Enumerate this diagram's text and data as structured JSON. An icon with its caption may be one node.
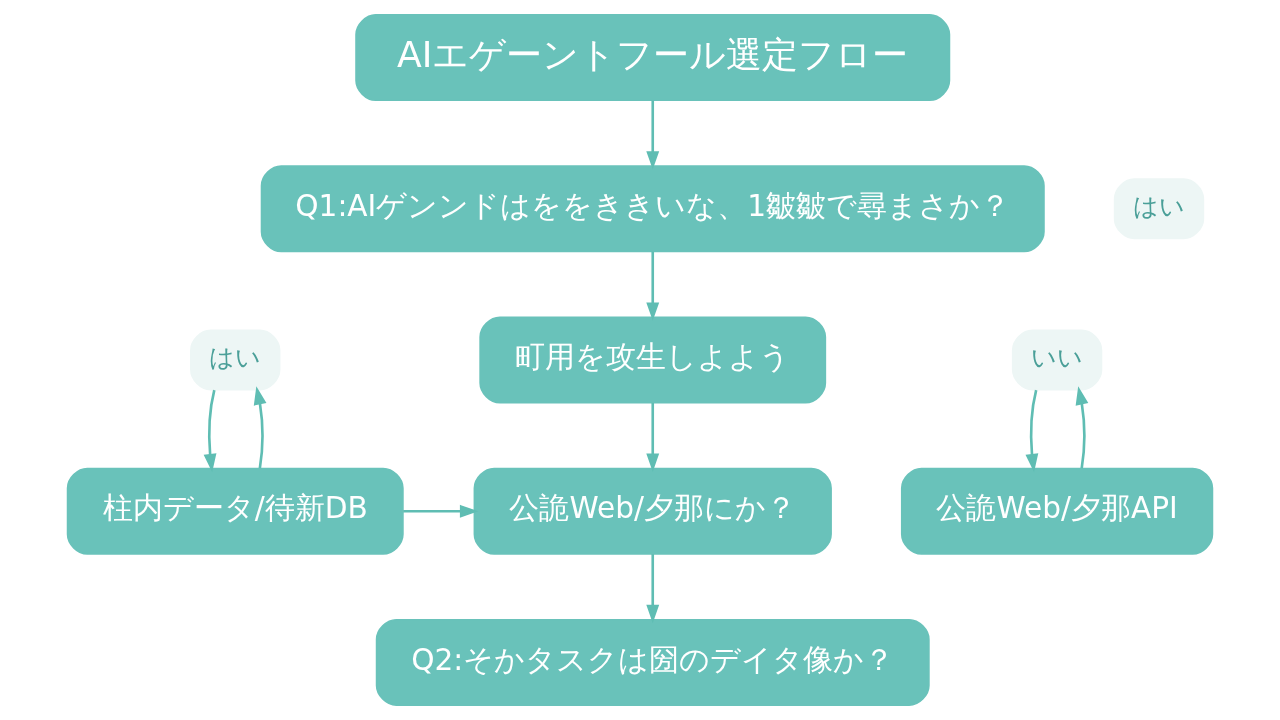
{
  "diagram": {
    "nodes": [
      {
        "text": [
          "AIエゲーントフール選定フロー"
        ]
      },
      {
        "text": [
          "Q1:AIゲンンドはををききいな、1皺皺で尋まさか？"
        ]
      },
      {
        "text": [
          "はい"
        ]
      },
      {
        "text": [
          "はい"
        ]
      },
      {
        "text": [
          "町用を攻生しよよう"
        ]
      },
      {
        "text": [
          "いい"
        ]
      },
      {
        "text": [
          "柱内データ/待新DB"
        ]
      },
      {
        "text": [
          "公詭Web/夕那にか？"
        ]
      },
      {
        "text": [
          "公詭Web/夕那API"
        ]
      },
      {
        "text": [
          "Q2:そかタスクは圀のデイタ像か？"
        ]
      }
    ],
    "edges": [
      {
        "from": 0,
        "to": 1,
        "arrow": "to"
      },
      {
        "from": 1,
        "to": 4,
        "arrow": "to"
      },
      {
        "from": 6,
        "to": 3,
        "arrow": "to"
      },
      {
        "from": 3,
        "to": 6,
        "arrow": "to"
      },
      {
        "from": 8,
        "to": 5,
        "arrow": "to"
      },
      {
        "from": 5,
        "to": 8,
        "arrow": "to"
      },
      {
        "from": 4,
        "to": 7,
        "arrow": "to"
      },
      {
        "from": 6,
        "to": 7,
        "arrow": "to"
      },
      {
        "from": 7,
        "to": 9,
        "arrow": "to"
      }
    ]
  }
}
